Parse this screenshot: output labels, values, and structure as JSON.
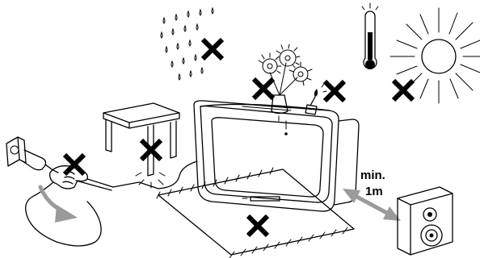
{
  "distance_label": {
    "line1": "min.",
    "line2": "1m"
  },
  "warnings": [
    {
      "id": "rain",
      "meaning": "rain-prohibited-icon"
    },
    {
      "id": "flowers",
      "meaning": "flower-vase-prohibited-icon"
    },
    {
      "id": "candle",
      "meaning": "candle-prohibited-icon"
    },
    {
      "id": "sun",
      "meaning": "sunlight-prohibited-icon"
    },
    {
      "id": "table",
      "meaning": "table-prohibited-icon"
    },
    {
      "id": "cord",
      "meaning": "cord-pull-prohibited-icon"
    },
    {
      "id": "rug",
      "meaning": "rug-prohibited-icon"
    }
  ],
  "colors": {
    "ink": "#000000",
    "accent_gray": "#9a9a9a",
    "background": "#ffffff"
  }
}
